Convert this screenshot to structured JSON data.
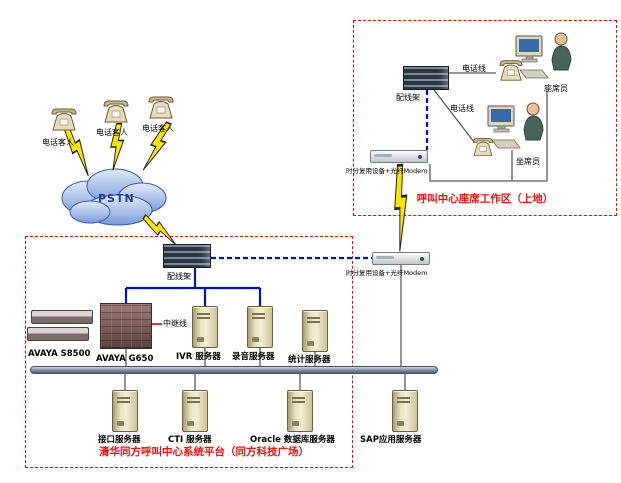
{
  "diagram": {
    "agent_area": {
      "title": "呼叫中心座席工作区（上地）",
      "patch_panel": "配线架",
      "phone_line_top": "电话线",
      "phone_line_bottom": "电话线",
      "agent_top": "座席员",
      "agent_bottom": "坐席员",
      "modem": "时分复用设备+光纤Modem"
    },
    "link": {
      "modem": "时分复用设备+光纤Modem"
    },
    "pstn": {
      "label": "PSTN",
      "customers": [
        "电话客人",
        "电话客人",
        "电话客人"
      ]
    },
    "platform": {
      "title": "清华同方呼叫中心系统平台（同方科技广场）",
      "patch_panel": "配线架",
      "trunk_line": "中继线",
      "pbx_s8500": "AVAYA S8500",
      "gateway_g650": "AVAYA  G650",
      "ivr_server": "IVR 服务器",
      "recording_server": "录音服务器",
      "stats_server": "统计服务器",
      "interface_server": "接口服务器",
      "cti_server": "CTI 服务器",
      "oracle_server": "Oracle 数据库服务器",
      "sap_server": "SAP应用服务器"
    },
    "colors": {
      "box_border": "#ff0000",
      "title_text": "#ee1111",
      "line_blue": "#0010d0",
      "bolt_yellow": "#ffe400",
      "screen_blue": "#3a6aae"
    }
  }
}
